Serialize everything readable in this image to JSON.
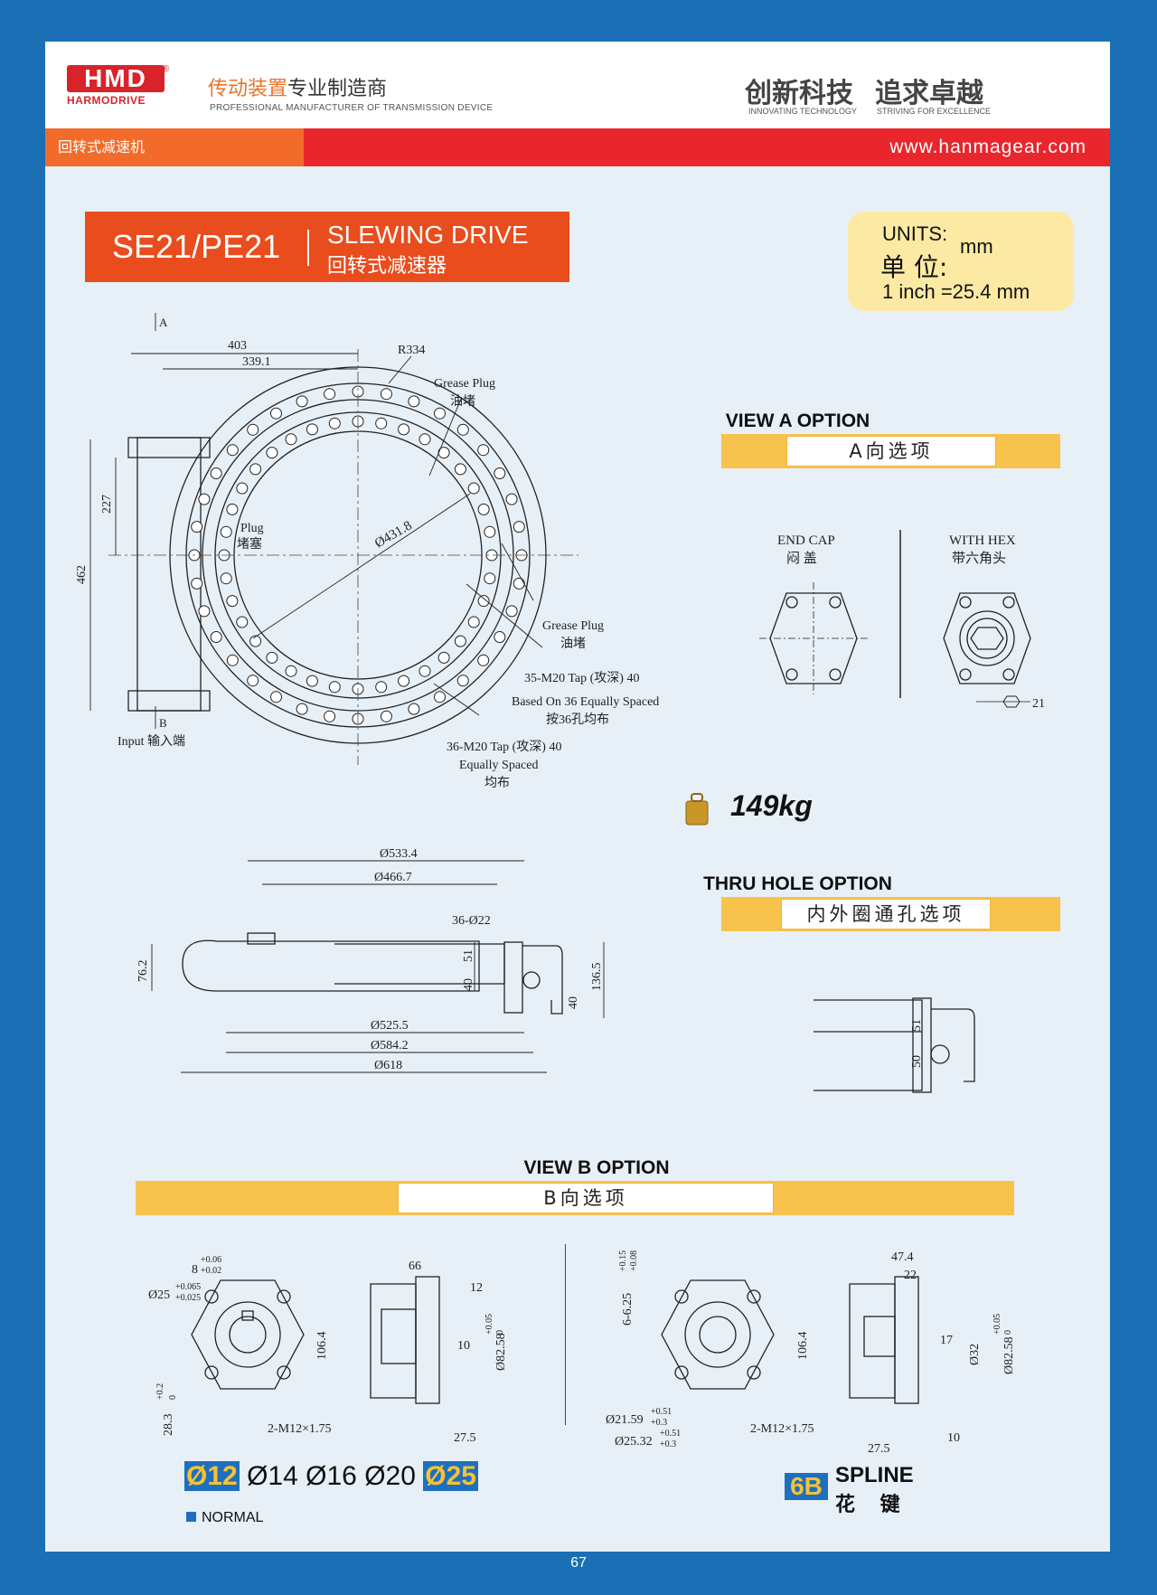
{
  "header": {
    "logo_text": "HMD",
    "logo_sub": "HARMODRIVE",
    "logo_reg": "®",
    "title_orange": "传动装置",
    "title_dark": "专业制造商",
    "subtitle": "PROFESSIONAL MANUFACTURER OF TRANSMISSION DEVICE",
    "slogan1": "创新科技",
    "slogan1_en": "INNOVATING TECHNOLOGY",
    "slogan2": "追求卓越",
    "slogan2_en": "STRIVING FOR EXCELLENCE"
  },
  "nav": {
    "category": "回转式减速机",
    "url": "www.hanmagear.com"
  },
  "model": {
    "code": "SE21/PE21",
    "name_en": "SLEWING DRIVE",
    "name_cn": "回转式减速器"
  },
  "units": {
    "label_en": "UNITS:",
    "label_cn": "单 位:",
    "value": "mm",
    "conversion": "1 inch =25.4 mm"
  },
  "top_view": {
    "arrow_a": "A",
    "arrow_b": "B",
    "d403": "403",
    "d339": "339.1",
    "r334": "R334",
    "d227": "227",
    "d462": "462",
    "grease1_en": "Grease Plug",
    "grease1_cn": "油堵",
    "plug_en": "Plug",
    "plug_cn": "堵塞",
    "d4318": "Ø431.8",
    "grease2_en": "Grease Plug",
    "grease2_cn": "油堵",
    "tap1_a": "35-M20 Tap (攻深) 40",
    "tap1_b": "Based On 36 Equally Spaced",
    "tap1_c": "按36孔均布",
    "tap2_a": "36-M20 Tap (攻深) 40",
    "tap2_b": "Equally Spaced",
    "tap2_c": "均布",
    "input": "Input 输入端"
  },
  "weight": "149kg",
  "view_a": {
    "title": "VIEW A OPTION",
    "title_cn": "A向选项",
    "end_cap_en": "END CAP",
    "end_cap_cn": "闷 盖",
    "hex_en": "WITH HEX",
    "hex_cn": "带六角头",
    "hex_size": "21"
  },
  "section": {
    "d5334": "Ø533.4",
    "d4667": "Ø466.7",
    "holes": "36-Ø22",
    "h762": "76.2",
    "h51": "51",
    "h40a": "40",
    "h40b": "40",
    "h1365": "136.5",
    "d5255": "Ø525.5",
    "d5842": "Ø584.2",
    "d618": "Ø618"
  },
  "thru": {
    "title": "THRU HOLE OPTION",
    "title_cn": "内外圈通孔选项",
    "h51": "51",
    "h50": "50"
  },
  "view_b": {
    "title": "VIEW B OPTION",
    "title_cn": "B向选项",
    "key_w": "8",
    "key_tol_u": "+0.06",
    "key_tol_l": "+0.02",
    "bore": "Ø25",
    "bore_tol_u": "+0.065",
    "bore_tol_l": "+0.025",
    "key_h": "28.3",
    "key_h_tol_u": "+0.2",
    "key_h_tol_l": "0",
    "h1064a": "106.4",
    "thread_a": "2-M12×1.75",
    "w66": "66",
    "w12": "12",
    "w10": "10",
    "pilot_a": "Ø82.58",
    "pilot_tol_u": "+0.05",
    "pilot_tol_l": "0",
    "w275a": "27.5",
    "spline_h": "6-6.25",
    "spline_h_tol_u": "+0.15",
    "spline_h_tol_l": "+0.08",
    "minor": "Ø21.59",
    "minor_tol_u": "+0.51",
    "minor_tol_l": "+0.3",
    "major": "Ø25.32",
    "major_tol_u": "+0.51",
    "major_tol_l": "+0.3",
    "h1064b": "106.4",
    "thread_b": "2-M12×1.75",
    "w474": "47.4",
    "w22": "22",
    "w17": "17",
    "d32": "Ø32",
    "pilot_b": "Ø82.58",
    "pilot_b_tol_u": "+0.05",
    "pilot_b_tol_l": "0",
    "w275b": "27.5",
    "w10b": "10"
  },
  "shaft_options": {
    "items": [
      "Ø12",
      "Ø14",
      "Ø16",
      "Ø20",
      "Ø25"
    ],
    "normal_label": "NORMAL"
  },
  "spline": {
    "code": "6B",
    "label_en": "SPLINE",
    "label_cn": "花 键"
  },
  "page_number": "67"
}
